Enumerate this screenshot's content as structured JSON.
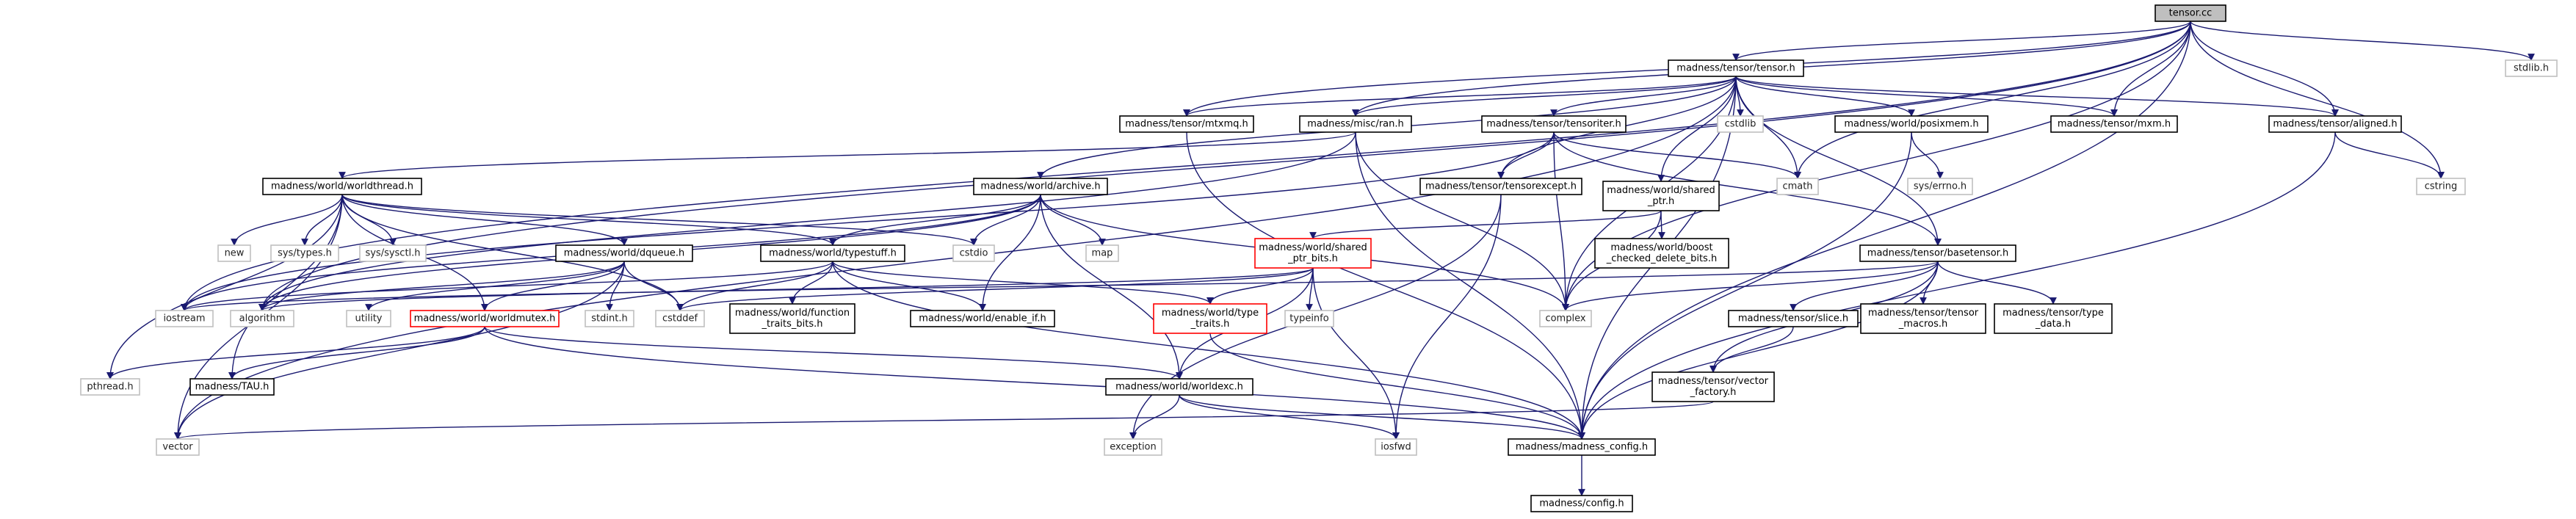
{
  "diagram": {
    "colors": {
      "edge": "#191970",
      "root_fill": "#bfbfbf",
      "node_border": "#000000",
      "external_border": "#bfbfbf",
      "highlight_border": "#ff0000"
    },
    "nodes": [
      {
        "id": "tensor_cc",
        "lines": [
          "tensor.cc"
        ],
        "style": "root"
      },
      {
        "id": "tensor_h",
        "lines": [
          "madness/tensor/tensor.h"
        ],
        "style": "normal"
      },
      {
        "id": "stdlib_h",
        "lines": [
          "stdlib.h"
        ],
        "style": "ext"
      },
      {
        "id": "mtxmq_h",
        "lines": [
          "madness/tensor/mtxmq.h"
        ],
        "style": "normal"
      },
      {
        "id": "ran_h",
        "lines": [
          "madness/misc/ran.h"
        ],
        "style": "normal"
      },
      {
        "id": "tensoriter_h",
        "lines": [
          "madness/tensor/tensoriter.h"
        ],
        "style": "normal"
      },
      {
        "id": "cstdlib",
        "lines": [
          "cstdlib"
        ],
        "style": "ext"
      },
      {
        "id": "posixmem_h",
        "lines": [
          "madness/world/posixmem.h"
        ],
        "style": "normal"
      },
      {
        "id": "mxm_h",
        "lines": [
          "madness/tensor/mxm.h"
        ],
        "style": "normal"
      },
      {
        "id": "aligned_h",
        "lines": [
          "madness/tensor/aligned.h"
        ],
        "style": "normal"
      },
      {
        "id": "worldthread_h",
        "lines": [
          "madness/world/worldthread.h"
        ],
        "style": "normal"
      },
      {
        "id": "archive_h",
        "lines": [
          "madness/world/archive.h"
        ],
        "style": "normal"
      },
      {
        "id": "tensorexcept_h",
        "lines": [
          "madness/tensor/tensorexcept.h"
        ],
        "style": "normal"
      },
      {
        "id": "shared_ptr_h",
        "lines": [
          "madness/world/shared",
          "_ptr.h"
        ],
        "style": "normal"
      },
      {
        "id": "cmath",
        "lines": [
          "cmath"
        ],
        "style": "ext"
      },
      {
        "id": "errno_h",
        "lines": [
          "sys/errno.h"
        ],
        "style": "ext"
      },
      {
        "id": "cstring",
        "lines": [
          "cstring"
        ],
        "style": "ext"
      },
      {
        "id": "new",
        "lines": [
          "new"
        ],
        "style": "ext"
      },
      {
        "id": "types_h",
        "lines": [
          "sys/types.h"
        ],
        "style": "ext"
      },
      {
        "id": "sysctl_h",
        "lines": [
          "sys/sysctl.h"
        ],
        "style": "ext"
      },
      {
        "id": "dqueue_h",
        "lines": [
          "madness/world/dqueue.h"
        ],
        "style": "normal"
      },
      {
        "id": "cstdio",
        "lines": [
          "cstdio"
        ],
        "style": "ext"
      },
      {
        "id": "typestuff_h",
        "lines": [
          "madness/world/typestuff.h"
        ],
        "style": "normal"
      },
      {
        "id": "map",
        "lines": [
          "map"
        ],
        "style": "ext"
      },
      {
        "id": "shared_ptr_bits_h",
        "lines": [
          "madness/world/shared",
          "_ptr_bits.h"
        ],
        "style": "red"
      },
      {
        "id": "boost_checked",
        "lines": [
          "madness/world/boost",
          "_checked_delete_bits.h"
        ],
        "style": "normal"
      },
      {
        "id": "basetensor_h",
        "lines": [
          "madness/tensor/basetensor.h"
        ],
        "style": "normal"
      },
      {
        "id": "iostream",
        "lines": [
          "iostream"
        ],
        "style": "ext"
      },
      {
        "id": "algorithm",
        "lines": [
          "algorithm"
        ],
        "style": "ext"
      },
      {
        "id": "utility",
        "lines": [
          "utility"
        ],
        "style": "ext"
      },
      {
        "id": "worldmutex_h",
        "lines": [
          "madness/world/worldmutex.h"
        ],
        "style": "red"
      },
      {
        "id": "stdint_h",
        "lines": [
          "stdint.h"
        ],
        "style": "ext"
      },
      {
        "id": "cstddef",
        "lines": [
          "cstddef"
        ],
        "style": "ext"
      },
      {
        "id": "function_traits",
        "lines": [
          "madness/world/function",
          "_traits_bits.h"
        ],
        "style": "normal"
      },
      {
        "id": "enable_if_h",
        "lines": [
          "madness/world/enable_if.h"
        ],
        "style": "normal"
      },
      {
        "id": "type_traits_h",
        "lines": [
          "madness/world/type",
          "_traits.h"
        ],
        "style": "red"
      },
      {
        "id": "typeinfo",
        "lines": [
          "typeinfo"
        ],
        "style": "ext"
      },
      {
        "id": "complex",
        "lines": [
          "complex"
        ],
        "style": "ext"
      },
      {
        "id": "slice_h",
        "lines": [
          "madness/tensor/slice.h"
        ],
        "style": "normal"
      },
      {
        "id": "tensor_macros_h",
        "lines": [
          "madness/tensor/tensor",
          "_macros.h"
        ],
        "style": "normal"
      },
      {
        "id": "type_data_h",
        "lines": [
          "madness/tensor/type",
          "_data.h"
        ],
        "style": "normal"
      },
      {
        "id": "pthread_h",
        "lines": [
          "pthread.h"
        ],
        "style": "ext"
      },
      {
        "id": "tau_h",
        "lines": [
          "madness/TAU.h"
        ],
        "style": "normal"
      },
      {
        "id": "worldexc_h",
        "lines": [
          "madness/world/worldexc.h"
        ],
        "style": "normal"
      },
      {
        "id": "vector_factory_h",
        "lines": [
          "madness/tensor/vector",
          "_factory.h"
        ],
        "style": "normal"
      },
      {
        "id": "vector",
        "lines": [
          "vector"
        ],
        "style": "ext"
      },
      {
        "id": "exception",
        "lines": [
          "exception"
        ],
        "style": "ext"
      },
      {
        "id": "iosfwd",
        "lines": [
          "iosfwd"
        ],
        "style": "ext"
      },
      {
        "id": "madness_config_h",
        "lines": [
          "madness/madness_config.h"
        ],
        "style": "normal"
      },
      {
        "id": "config_h",
        "lines": [
          "madness/config.h"
        ],
        "style": "normal"
      }
    ],
    "edges": [
      [
        "tensor_cc",
        "tensor_h"
      ],
      [
        "tensor_cc",
        "stdlib_h"
      ],
      [
        "tensor_cc",
        "mtxmq_h"
      ],
      [
        "tensor_cc",
        "ran_h"
      ],
      [
        "tensor_cc",
        "mxm_h"
      ],
      [
        "tensor_cc",
        "aligned_h"
      ],
      [
        "tensor_cc",
        "cmath"
      ],
      [
        "tensor_cc",
        "cstring"
      ],
      [
        "tensor_cc",
        "iostream"
      ],
      [
        "tensor_cc",
        "algorithm"
      ],
      [
        "tensor_cc",
        "complex"
      ],
      [
        "tensor_cc",
        "madness_config_h"
      ],
      [
        "tensor_h",
        "mtxmq_h"
      ],
      [
        "tensor_h",
        "ran_h"
      ],
      [
        "tensor_h",
        "tensoriter_h"
      ],
      [
        "tensor_h",
        "cstdlib"
      ],
      [
        "tensor_h",
        "posixmem_h"
      ],
      [
        "tensor_h",
        "mxm_h"
      ],
      [
        "tensor_h",
        "aligned_h"
      ],
      [
        "tensor_h",
        "archive_h"
      ],
      [
        "tensor_h",
        "tensorexcept_h"
      ],
      [
        "tensor_h",
        "shared_ptr_h"
      ],
      [
        "tensor_h",
        "cmath"
      ],
      [
        "tensor_h",
        "basetensor_h"
      ],
      [
        "tensor_h",
        "complex"
      ],
      [
        "tensor_h",
        "vector"
      ],
      [
        "tensor_h",
        "madness_config_h"
      ],
      [
        "mtxmq_h",
        "madness_config_h"
      ],
      [
        "ran_h",
        "worldthread_h"
      ],
      [
        "ran_h",
        "complex"
      ],
      [
        "ran_h",
        "madness_config_h"
      ],
      [
        "ran_h",
        "algorithm"
      ],
      [
        "tensoriter_h",
        "tensorexcept_h"
      ],
      [
        "tensoriter_h",
        "basetensor_h"
      ],
      [
        "tensoriter_h",
        "cmath"
      ],
      [
        "tensoriter_h",
        "complex"
      ],
      [
        "tensoriter_h",
        "iostream"
      ],
      [
        "posixmem_h",
        "errno_h"
      ],
      [
        "posixmem_h",
        "madness_config_h"
      ],
      [
        "aligned_h",
        "cstring"
      ],
      [
        "aligned_h",
        "madness_config_h"
      ],
      [
        "worldthread_h",
        "new"
      ],
      [
        "worldthread_h",
        "types_h"
      ],
      [
        "worldthread_h",
        "sysctl_h"
      ],
      [
        "worldthread_h",
        "dqueue_h"
      ],
      [
        "worldthread_h",
        "cstdio"
      ],
      [
        "worldthread_h",
        "typestuff_h"
      ],
      [
        "worldthread_h",
        "pthread_h"
      ],
      [
        "worldthread_h",
        "tau_h"
      ],
      [
        "worldthread_h",
        "vector"
      ],
      [
        "worldthread_h",
        "cstddef"
      ],
      [
        "worldthread_h",
        "worldmutex_h"
      ],
      [
        "archive_h",
        "cstdio"
      ],
      [
        "archive_h",
        "map"
      ],
      [
        "archive_h",
        "typestuff_h"
      ],
      [
        "archive_h",
        "enable_if_h"
      ],
      [
        "archive_h",
        "worldexc_h"
      ],
      [
        "archive_h",
        "iostream"
      ],
      [
        "archive_h",
        "algorithm"
      ],
      [
        "archive_h",
        "complex"
      ],
      [
        "tensorexcept_h",
        "iosfwd"
      ],
      [
        "tensorexcept_h",
        "exception"
      ],
      [
        "shared_ptr_h",
        "shared_ptr_bits_h"
      ],
      [
        "shared_ptr_h",
        "boost_checked"
      ],
      [
        "shared_ptr_h",
        "complex"
      ],
      [
        "dqueue_h",
        "worldmutex_h"
      ],
      [
        "dqueue_h",
        "utility"
      ],
      [
        "dqueue_h",
        "stdint_h"
      ],
      [
        "dqueue_h",
        "cstddef"
      ],
      [
        "dqueue_h",
        "vector"
      ],
      [
        "dqueue_h",
        "algorithm"
      ],
      [
        "typestuff_h",
        "function_traits"
      ],
      [
        "typestuff_h",
        "enable_if_h"
      ],
      [
        "typestuff_h",
        "type_traits_h"
      ],
      [
        "typestuff_h",
        "cstddef"
      ],
      [
        "typestuff_h",
        "iostream"
      ],
      [
        "typestuff_h",
        "madness_config_h"
      ],
      [
        "shared_ptr_bits_h",
        "type_traits_h"
      ],
      [
        "shared_ptr_bits_h",
        "typeinfo"
      ],
      [
        "shared_ptr_bits_h",
        "cstddef"
      ],
      [
        "shared_ptr_bits_h",
        "iosfwd"
      ],
      [
        "shared_ptr_bits_h",
        "worldexc_h"
      ],
      [
        "shared_ptr_bits_h",
        "algorithm"
      ],
      [
        "basetensor_h",
        "slice_h"
      ],
      [
        "basetensor_h",
        "tensor_macros_h"
      ],
      [
        "basetensor_h",
        "type_data_h"
      ],
      [
        "basetensor_h",
        "vector_factory_h"
      ],
      [
        "basetensor_h",
        "complex"
      ],
      [
        "basetensor_h",
        "madness_config_h"
      ],
      [
        "basetensor_h",
        "iostream"
      ],
      [
        "worldmutex_h",
        "pthread_h"
      ],
      [
        "worldmutex_h",
        "tau_h"
      ],
      [
        "worldmutex_h",
        "worldexc_h"
      ],
      [
        "worldmutex_h",
        "madness_config_h"
      ],
      [
        "type_traits_h",
        "madness_config_h"
      ],
      [
        "slice_h",
        "vector_factory_h"
      ],
      [
        "vector_factory_h",
        "vector"
      ],
      [
        "worldexc_h",
        "exception"
      ],
      [
        "worldexc_h",
        "iosfwd"
      ],
      [
        "worldexc_h",
        "madness_config_h"
      ],
      [
        "madness_config_h",
        "config_h"
      ]
    ]
  }
}
